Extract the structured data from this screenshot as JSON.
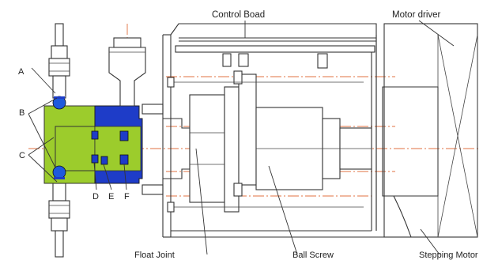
{
  "labels": {
    "a": "A",
    "b": "B",
    "c": "C",
    "d": "D",
    "e": "E",
    "f": "F",
    "control_board": "Control Boad",
    "motor_driver": "Motor driver",
    "float_joint": "Float Joint",
    "ball_screw": "Ball Screw",
    "stepping_motor": "Stepping Motor"
  },
  "colors": {
    "body": "#9ccc2c",
    "seal": "#1e3cc8",
    "ball": "#1e5adc",
    "centerline": "#e07040",
    "line": "#333333"
  }
}
